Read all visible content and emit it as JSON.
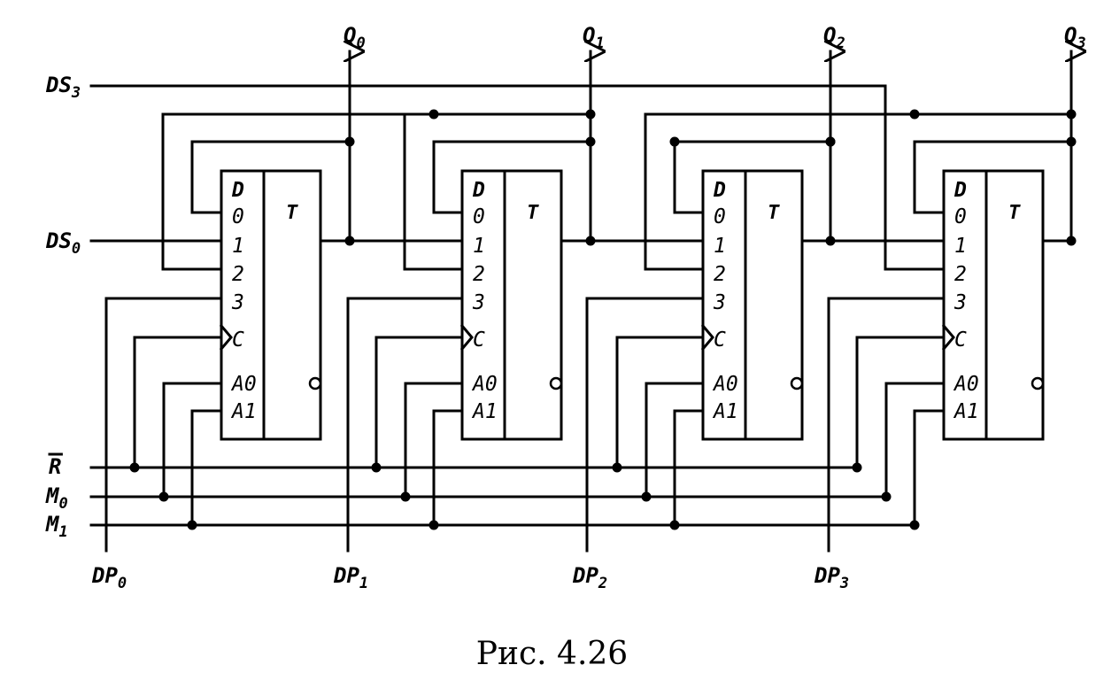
{
  "figure": {
    "caption": "Рис. 4.26",
    "outputs": [
      {
        "name": "Q",
        "sub": "0"
      },
      {
        "name": "Q",
        "sub": "1"
      },
      {
        "name": "Q",
        "sub": "2"
      },
      {
        "name": "Q",
        "sub": "3"
      }
    ],
    "parallel_inputs": [
      {
        "name": "DP",
        "sub": "0"
      },
      {
        "name": "DP",
        "sub": "1"
      },
      {
        "name": "DP",
        "sub": "2"
      },
      {
        "name": "DP",
        "sub": "3"
      }
    ],
    "serial_inputs": {
      "ds3": {
        "name": "DS",
        "sub": "3"
      },
      "ds0": {
        "name": "DS",
        "sub": "0"
      }
    },
    "control_inputs": {
      "r": {
        "name": "R",
        "sub": ""
      },
      "m0": {
        "name": "M",
        "sub": "0"
      },
      "m1": {
        "name": "M",
        "sub": "1"
      }
    },
    "trigger": {
      "title": "T",
      "pins": [
        "D",
        "0",
        "1",
        "2",
        "3",
        "C",
        "A0",
        "A1"
      ]
    }
  }
}
